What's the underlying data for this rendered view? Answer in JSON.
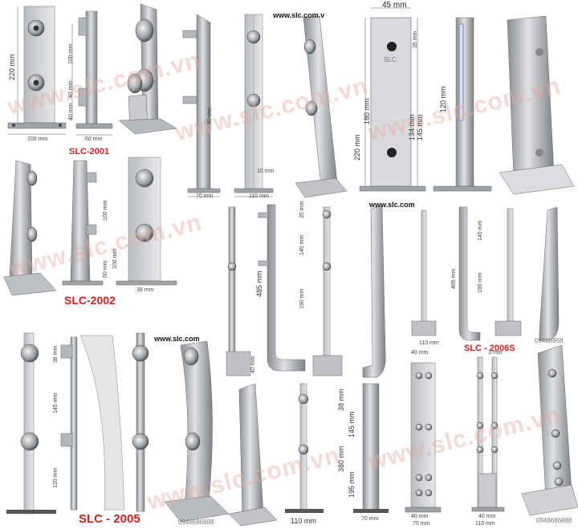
{
  "watermarks": [
    "www.slc.com.vn",
    "www.slc.com.vn",
    "www.slc.com.vn",
    "www.slc.com.vn",
    "www.slc.com.vn",
    "www.slc.com.vn"
  ],
  "websites": [
    "www.slc.com.v",
    "www.slc.com",
    "www.slc.com"
  ],
  "codes": {
    "c2001": "SLC-2001",
    "c2002": "SLC-2002",
    "c2005": "SLC - 2005",
    "c2006": "SLC - 2006S"
  },
  "phones": [
    "0948686888",
    "0948686888",
    "09486868"
  ],
  "labels": {
    "slc_logo": "SLC",
    "d45": "45 mm",
    "d35": "35 mm",
    "d220a": "220 mm",
    "d180": "180 mm",
    "d134": "134 mm",
    "d145a": "145 mm",
    "d120a": "120 mm",
    "d220b": "220 mm",
    "d100a": "100 mm",
    "d60a": "60 mm",
    "d100b": "100 mm",
    "d40a": "40 mm",
    "d40b": "40 mm",
    "d70a": "70 mm",
    "d110a": "110 mm",
    "d40c": "40 mm",
    "d10": "10 mm",
    "d100c": "100 mm",
    "d60b": "60 mm",
    "d100d": "100 mm",
    "d38a": "38 mm",
    "d35b": "35 mm",
    "d145b": "145 mm",
    "d485": "485 mm",
    "d190": "190 mm",
    "d40d": "40 mm",
    "d38b": "38 mm",
    "d145c": "145 mm",
    "d120b": "120 mm",
    "d38c": "38 mm",
    "d145d": "145 mm",
    "d380": "380 mm",
    "d195": "195 mm",
    "d70b": "70 mm",
    "d110b": "110 mm",
    "d40e": "40 mm",
    "d40f": "40 mm",
    "d70c": "70 mm",
    "d3": "3 mm",
    "d40g": "40 mm",
    "d110c": "110 mm",
    "d485b": "485 mm",
    "d110d": "110 mm",
    "d145e": "145 mm",
    "d190b": "190 mm"
  }
}
